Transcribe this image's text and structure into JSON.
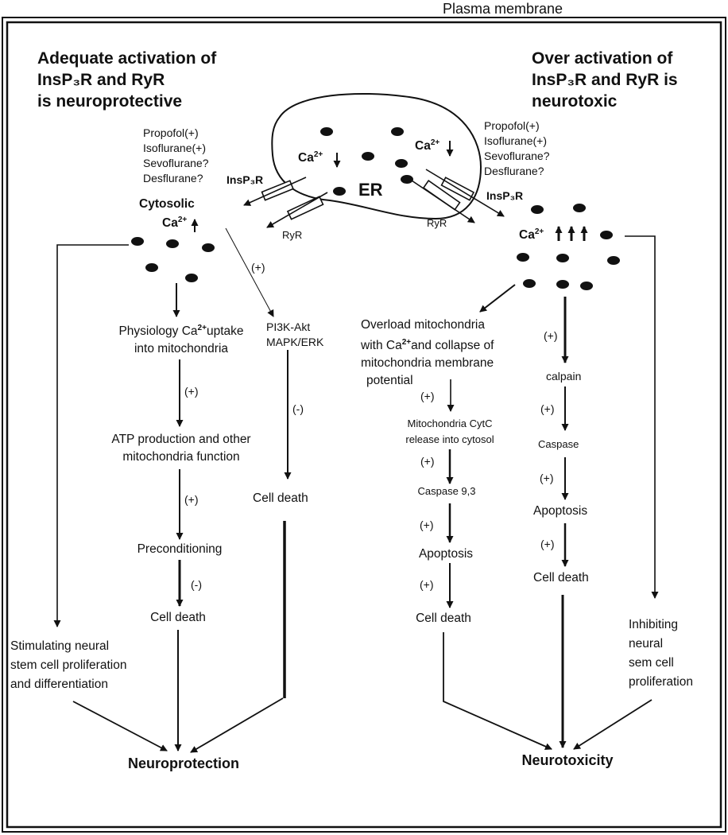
{
  "plasma_membrane_label": "Plasma membrane",
  "left": {
    "heading": [
      "Adequate activation of",
      "InsP₃R and RyR",
      "is neuroprotective"
    ],
    "anesthetics": [
      "Propofol(+)",
      "Isoflurane(+)",
      "Sevoflurane?",
      "Desflurane?"
    ],
    "cytosolic_label": "Cytosolic",
    "ca_label": "Ca",
    "ca_charge": "2+",
    "arrow_count": 1,
    "uptake_line1_pre": "Physiology Ca",
    "uptake_line1_charge": "2+",
    "uptake_line1_post": "uptake",
    "uptake_line2": "into mitochondria",
    "sign_uptake_to_atp": "(+)",
    "atp_line1": "ATP production and other",
    "atp_line2": "mitochondria function",
    "sign_atp_to_precond": "(+)",
    "preconditioning": "Preconditioning",
    "sign_precond_to_death": "(-)",
    "cell_death": "Cell death",
    "sign_to_pi3k": "(+)",
    "pi3k_line1": "PI3K-Akt",
    "pi3k_line2": "MAPK/ERK",
    "sign_pi3k_to_death": "(-)",
    "pi3k_cell_death": "Cell death",
    "stem_lines": [
      "Stimulating neural",
      "stem cell proliferation",
      "and differentiation"
    ],
    "outcome": "Neuroprotection"
  },
  "er": {
    "label": "ER",
    "ca_left": "Ca",
    "ca_right": "Ca",
    "ca_charge": "2+",
    "insp3r_left": "InsP₃R",
    "ryr_left": "RyR",
    "insp3r_right": "InsP₃R",
    "ryr_right": "RyR"
  },
  "right": {
    "heading": [
      "Over activation of",
      "InsP₃R and RyR is",
      "neurotoxic"
    ],
    "anesthetics": [
      "Propofol(+)",
      "Isoflurane(+)",
      "Sevoflurane?",
      "Desflurane?"
    ],
    "ca_label": "Ca",
    "ca_charge": "2+",
    "arrow_count": 3,
    "overload_line1": "Overload mitochondria",
    "overload_line2_pre": "with Ca",
    "overload_line2_charge": "2+",
    "overload_line2_post": "and collapse of",
    "overload_line3": "mitochondria membrane",
    "overload_line4": "potential",
    "sign_overload_to_cytc": "(+)",
    "cytc_line1": "Mitochondria CytC",
    "cytc_line2": "release into cytosol",
    "sign_cytc_to_caspase": "(+)",
    "caspase93": "Caspase 9,3",
    "sign_caspase_to_apoptosis": "(+)",
    "apoptosis": "Apoptosis",
    "sign_apoptosis_to_death": "(+)",
    "cell_death": "Cell death",
    "sign_to_calpain": "(+)",
    "calpain": "calpain",
    "sign_calpain_to_caspase": "(+)",
    "caspase": "Caspase",
    "sign_caspase_to_apoptosis2": "(+)",
    "apoptosis2": "Apoptosis",
    "sign_apoptosis2_to_death": "(+)",
    "cell_death2": "Cell death",
    "inhibit_lines": [
      "Inhibiting",
      "neural",
      "sem cell",
      "proliferation"
    ],
    "outcome": "Neurotoxicity"
  }
}
